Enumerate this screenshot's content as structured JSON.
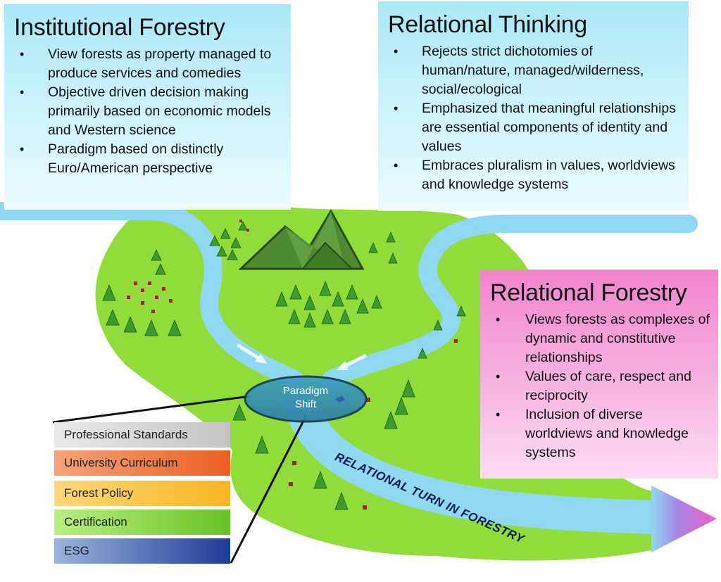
{
  "institutional_forestry": {
    "title": "Institutional Forestry",
    "bullets": [
      "View forests as property managed to produce services and comedies",
      "Objective driven decision making primarily based on economic models and Western science",
      "Paradigm based on distinctly Euro/American perspective"
    ]
  },
  "relational_thinking": {
    "title": "Relational Thinking",
    "bullets": [
      "Rejects strict dichotomies of human/nature, managed/wilderness, social/ecological",
      "Emphasized that meaningful relationships are essential components of identity and values",
      "Embraces pluralism in values, worldviews and knowledge systems"
    ]
  },
  "relational_forestry": {
    "title": "Relational Forestry",
    "bullets": [
      "Views forests as complexes of dynamic and constitutive relationships",
      "Values of care, respect and reciprocity",
      "Inclusion of diverse worldviews and knowledge systems"
    ]
  },
  "paradigm_shift": {
    "line1": "Paradigm",
    "line2": "Shift"
  },
  "relational_turn": "RELATIONAL TURN IN FORESTRY",
  "legend": [
    {
      "label": "Professional Standards"
    },
    {
      "label": "University Curriculum"
    },
    {
      "label": "Forest Policy"
    },
    {
      "label": "Certification"
    },
    {
      "label": "ESG"
    }
  ],
  "bullet_glyph": "•",
  "colors": {
    "land": "#8fdc3a",
    "river": "#8ed8f2",
    "mountain": "#4e8a2f",
    "tree": "#3d9b2e",
    "institutional_bg": "#a9e8f6",
    "relational_forestry_bg": "#f283cc",
    "oval": "#2f8fb0"
  }
}
